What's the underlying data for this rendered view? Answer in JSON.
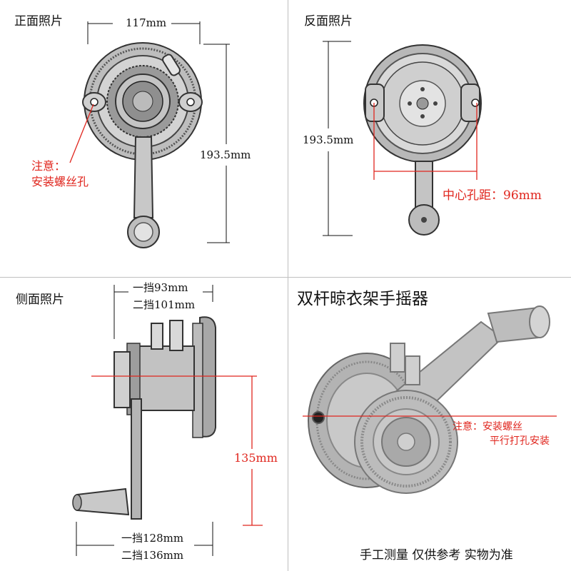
{
  "front": {
    "title": "正面照片",
    "width_dim": "117mm",
    "height_dim": "193.5mm",
    "note_title": "注意：",
    "note_text": "安装螺丝孔"
  },
  "back": {
    "title": "反面照片",
    "height_dim": "193.5mm",
    "hole_distance": "中心孔距：96mm"
  },
  "side": {
    "title": "侧面照片",
    "top_dim_1": "一挡93mm",
    "top_dim_2": "二挡101mm",
    "height_dim": "135mm",
    "bottom_dim_1": "一挡128mm",
    "bottom_dim_2": "二挡136mm"
  },
  "persp": {
    "product_name": "双杆晾衣架手摇器",
    "note_line1": "注意：安装螺丝",
    "note_line2": "平行打孔安装",
    "disclaimer": "手工测量  仅供参考  实物为准"
  },
  "colors": {
    "dimension_line": "#111111",
    "annotation_red": "#e0261e",
    "metal_light": "#d9d9d9",
    "metal_dark": "#6b6b6b"
  }
}
